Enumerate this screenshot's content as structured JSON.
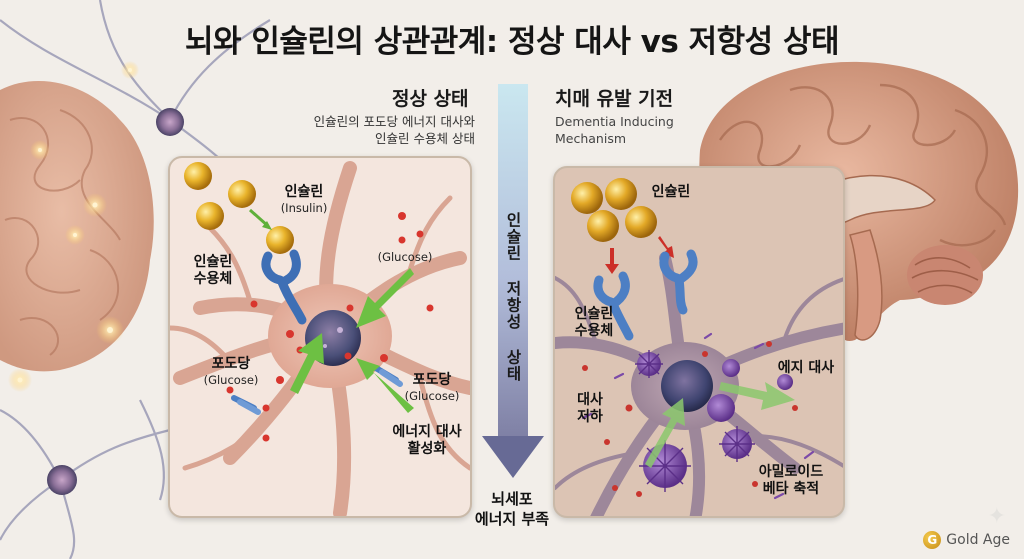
{
  "title": "뇌와 인슐린의 상관관계: 정상 대사 vs 저항성 상태",
  "left_section": {
    "heading": "정상 상태",
    "description_line1": "인슐린의 포도당 에너지 대사와",
    "description_line2": "인슐린 수용체 상태",
    "labels": {
      "insulin": "인슐린",
      "insulin_en": "(Insulin)",
      "receptor_line1": "인슐린",
      "receptor_line2": "수용체",
      "glucose_top": "(Glucose)",
      "glucose_left": "포도당",
      "glucose_left_en": "(Glucose)",
      "glucose_right": "포도당",
      "glucose_right_en": "(Glucose)",
      "energy_line1": "에너지 대사",
      "energy_line2": "활성화"
    }
  },
  "center": {
    "vertical_label": "인슐린 저항성 상태",
    "bottom_line1": "뇌세포",
    "bottom_line2": "에너지 부족"
  },
  "right_section": {
    "heading": "치매 유발 기전",
    "description_line1": "Dementia Inducing",
    "description_line2": "Mechanism",
    "labels": {
      "insulin": "인슐린",
      "receptor_line1": "인슐린",
      "receptor_line2": "수용체",
      "energy": "에지 대사",
      "metabolism_line1": "대사",
      "metabolism_line2": "저하",
      "amyloid_line1": "아밀로이드",
      "amyloid_line2": "베타 축적"
    }
  },
  "brand": {
    "logo_letter": "G",
    "name": "Gold Age"
  },
  "colors": {
    "insulin_gold": "#e2a51c",
    "receptor_blue": "#4d7fc4",
    "glucose_red": "#d8362e",
    "arrow_green": "#6dc043",
    "amyloid_purple": "#7b4aa8",
    "arrow_top": "#bfe3ee",
    "arrow_bottom": "#5f6b92"
  }
}
